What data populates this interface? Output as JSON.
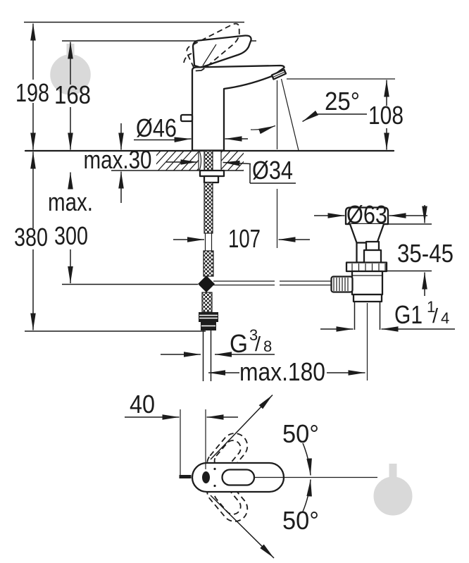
{
  "title": "Basin mixer installation dimensions drawing",
  "colors": {
    "line": "#1c1c1c",
    "background": "#ffffff",
    "watermark": "#d9d9d9"
  },
  "views": {
    "side": "side view with installation dimensions",
    "top": "top view with handle swing angles"
  },
  "dimensions": {
    "overall_height": "198",
    "handle_height": "168",
    "base_diameter": "Ø46",
    "spout_angle": "25°",
    "spout_outlet_height": "108",
    "deck_thickness": "max.30",
    "hole_diameter": "Ø34",
    "hose_drop_word": "max.",
    "hose_drop_value": "300",
    "total_drop": "380",
    "spout_reach": "107",
    "drain_flange_diameter": "Ø63",
    "basin_clamp_range": "35-45",
    "drain_thread": {
      "main": "G1",
      "sup": "1",
      "slash": "/",
      "sub": "4"
    },
    "supply_thread": {
      "main": "G",
      "sup": "3",
      "slash": "/",
      "sub": "8"
    },
    "hose_reach": "max.180",
    "handle_front_offset": "40",
    "swing_angle_upper": "50°",
    "swing_angle_lower": "50°"
  }
}
